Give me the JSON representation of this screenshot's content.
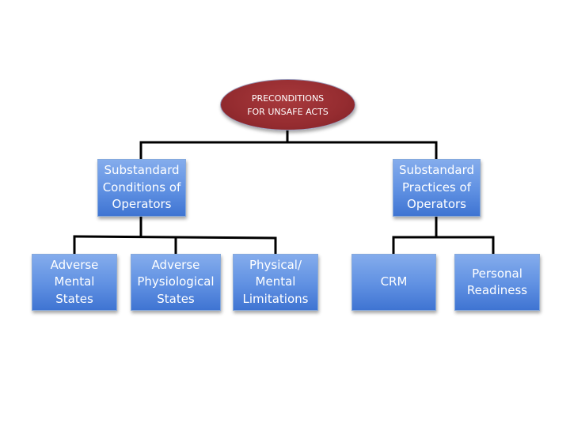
{
  "diagram": {
    "type": "hierarchy",
    "root": {
      "id": "root",
      "label": "PRECONDITIONS\nFOR UNSAFE ACTS",
      "fill": "#952c30"
    },
    "level1": [
      {
        "id": "conditions",
        "label": "Substandard\nConditions of\nOperators",
        "parent": "root"
      },
      {
        "id": "practices",
        "label": "Substandard\nPractices of\nOperators",
        "parent": "root"
      }
    ],
    "level2": [
      {
        "id": "mental",
        "label": "Adverse\nMental\nStates",
        "parent": "conditions"
      },
      {
        "id": "physiological",
        "label": "Adverse\nPhysiological\nStates",
        "parent": "conditions"
      },
      {
        "id": "limitations",
        "label": "Physical/\nMental\nLimitations",
        "parent": "conditions"
      },
      {
        "id": "crm",
        "label": "CRM",
        "parent": "practices"
      },
      {
        "id": "readiness",
        "label": "Personal\nReadiness",
        "parent": "practices"
      }
    ],
    "colors": {
      "box_fill": "#5f90e2",
      "box_text": "#ffffff",
      "connector": "#000000"
    }
  }
}
